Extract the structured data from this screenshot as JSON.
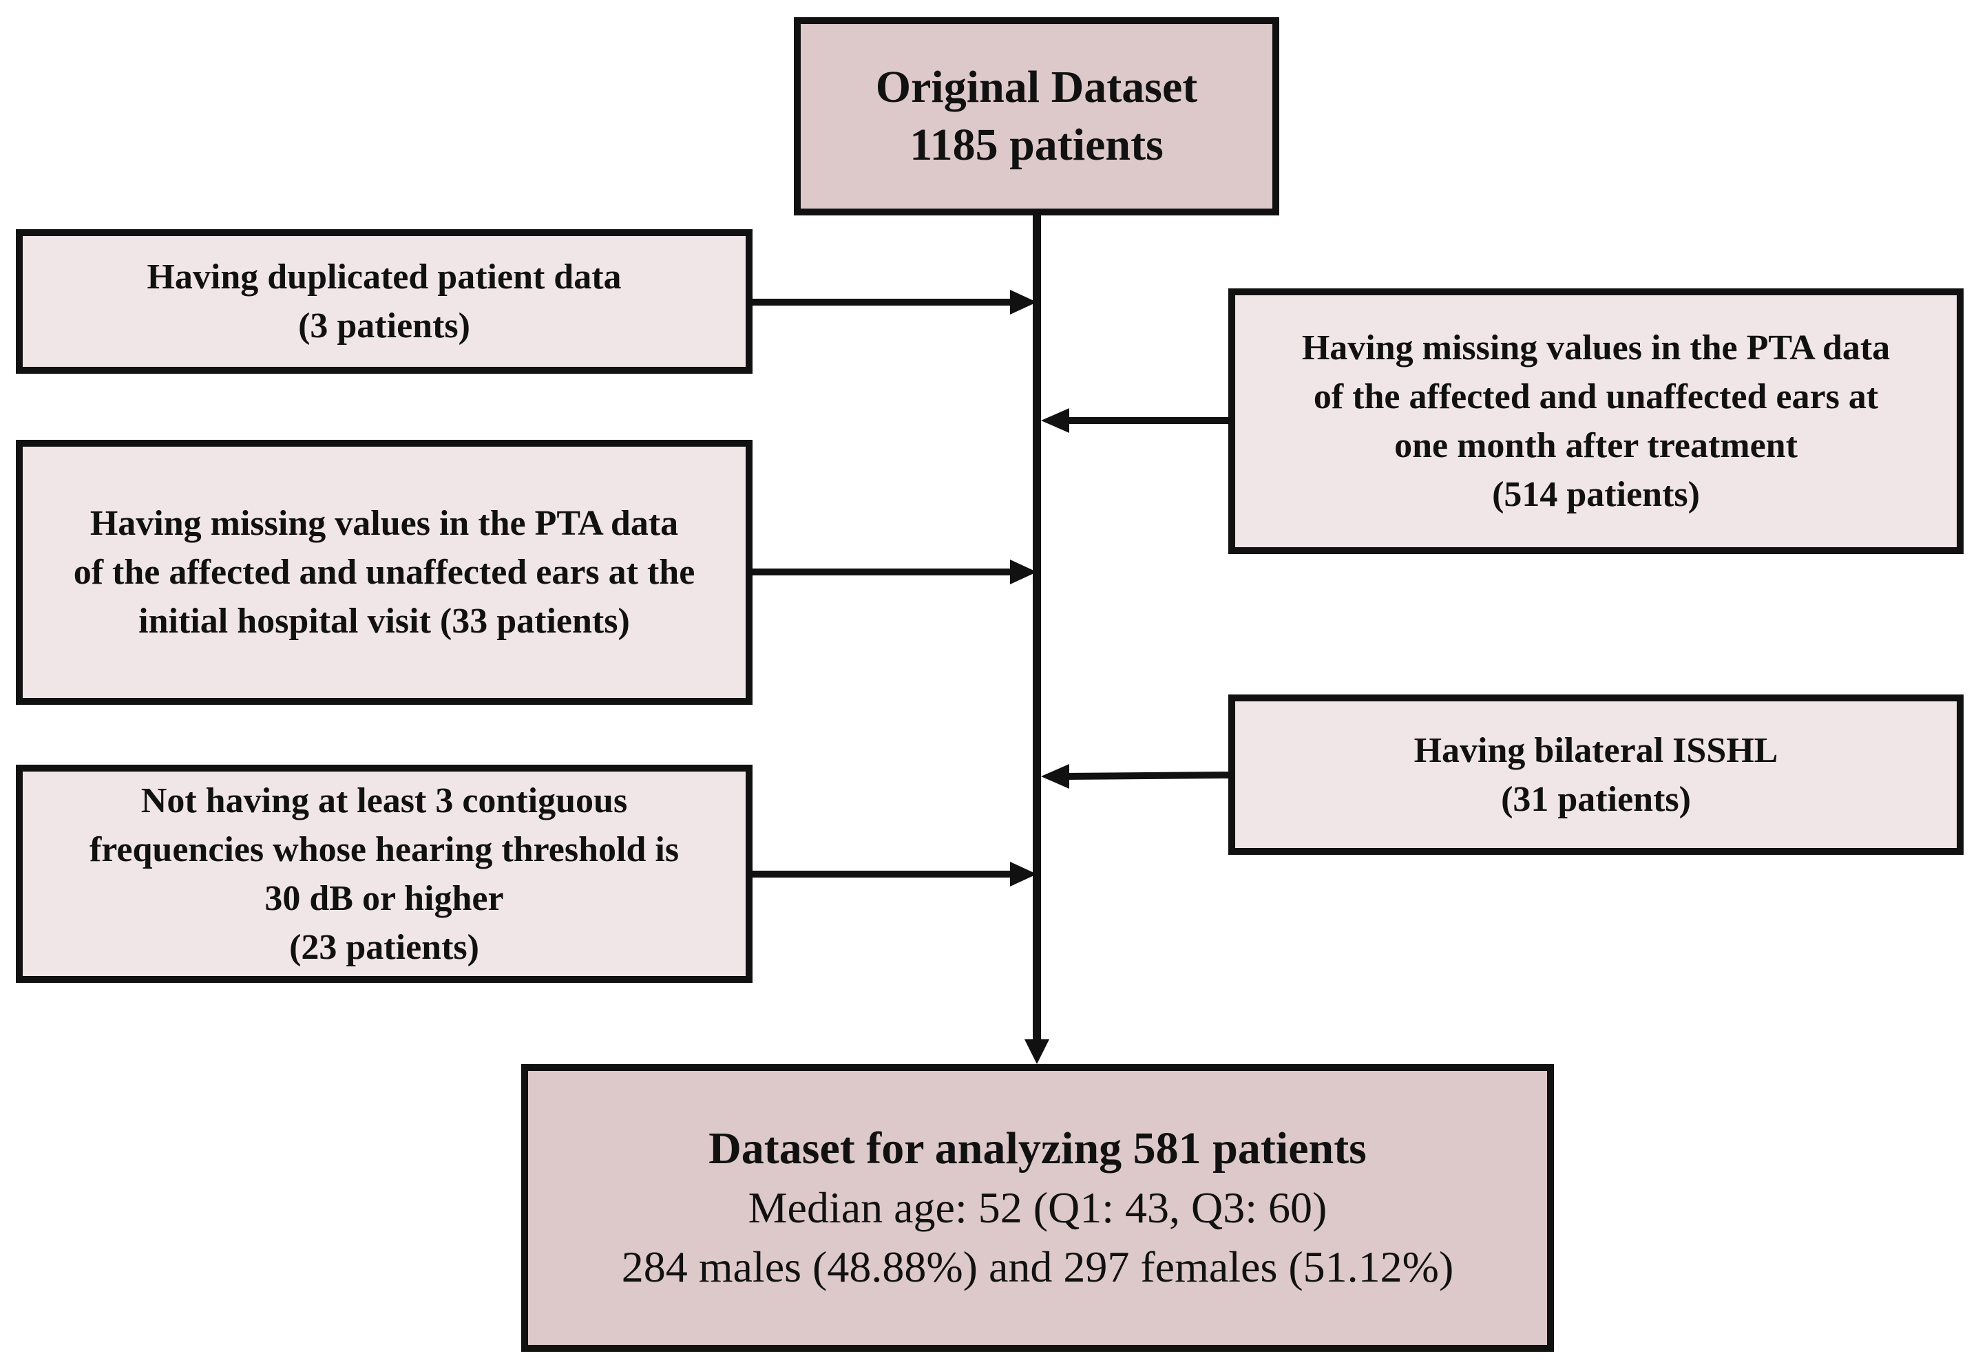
{
  "original": {
    "title": "Original Dataset",
    "count": "1185 patients"
  },
  "exclusions": {
    "duplicated": {
      "lines": [
        "Having duplicated patient data",
        "(3 patients)"
      ]
    },
    "missing_initial": {
      "lines": [
        "Having missing values in the PTA data",
        "of the affected and unaffected ears at the",
        "initial hospital visit (33 patients)"
      ]
    },
    "contiguous": {
      "lines": [
        "Not having at least 3 contiguous",
        "frequencies whose hearing threshold is",
        "30 dB or higher",
        "(23 patients)"
      ]
    },
    "missing_one_month": {
      "lines": [
        "Having missing values in the PTA data",
        "of the affected and unaffected ears at",
        "one month after treatment",
        "(514 patients)"
      ]
    },
    "bilateral": {
      "lines": [
        "Having bilateral ISSHL",
        "(31 patients)"
      ]
    }
  },
  "final": {
    "title": "Dataset for analyzing 581 patients",
    "median_age": "Median age: 52 (Q1: 43, Q3: 60)",
    "sex": "284 males (48.88%) and 297 females (51.12%)"
  },
  "colors": {
    "main_fill": "#ddc9ca",
    "exclusion_fill": "#f0e6e7",
    "stroke": "#111111"
  }
}
